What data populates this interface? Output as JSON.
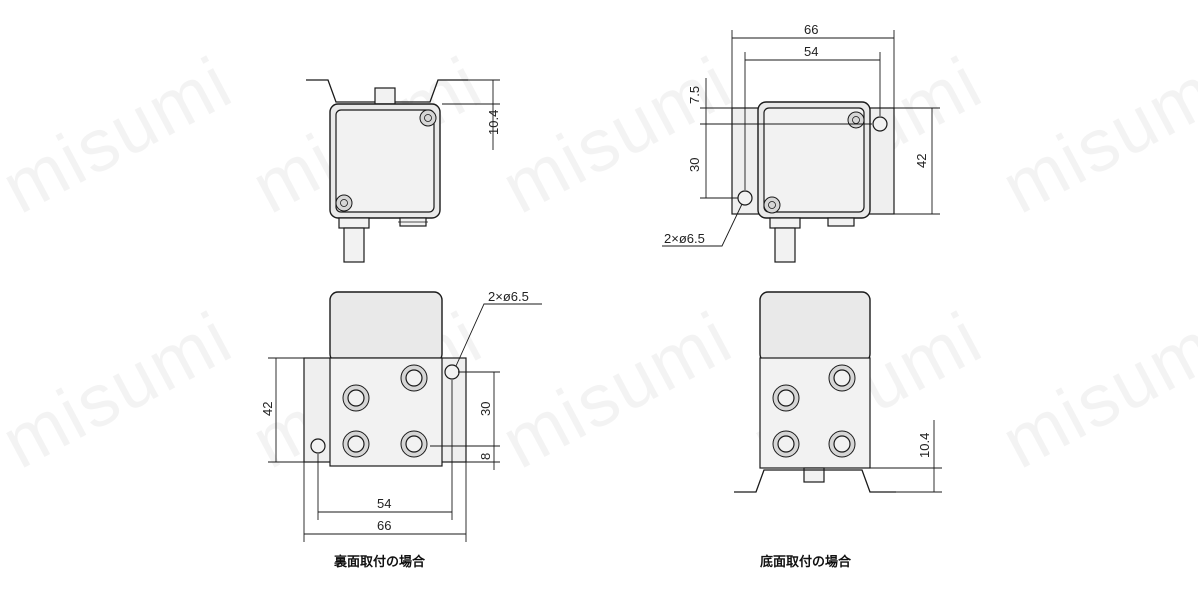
{
  "watermark": "misumi",
  "captions": {
    "back_mount": "裏面取付の場合",
    "bottom_mount": "底面取付の場合"
  },
  "dimensions": {
    "tl_height": "10.4",
    "tr_width_outer": "66",
    "tr_width_inner": "54",
    "tr_top_offset": "7.5",
    "tr_hole_pitch": "30",
    "tr_height": "42",
    "tr_holes": "2×ø6.5",
    "bl_holes": "2×ø6.5",
    "bl_height": "42",
    "bl_hole_pitch": "30",
    "bl_bottom_offset": "8",
    "bl_width_inner": "54",
    "bl_width_outer": "66",
    "br_height": "10.4"
  },
  "colors": {
    "line": "#1a1a1a",
    "body_fill": "#e9e9e9",
    "face_fill": "#f2f2f2"
  }
}
